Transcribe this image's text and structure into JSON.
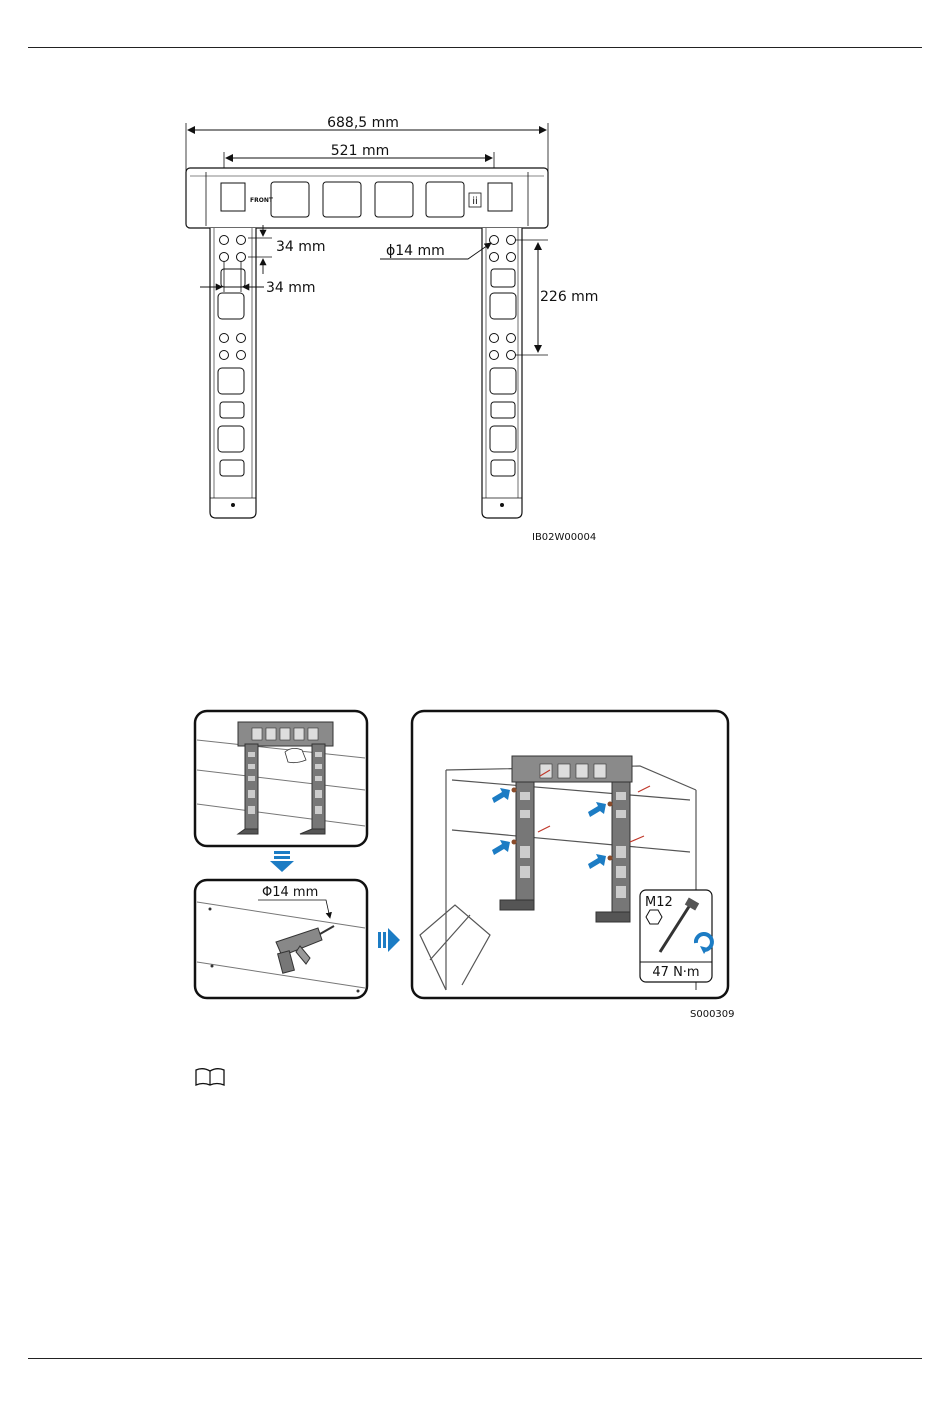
{
  "figure1": {
    "overall_width": "688,5 mm",
    "hole_spacing": "521 mm",
    "hole_offset_v": "34 mm",
    "hole_offset_h": "34 mm",
    "hole_diameter": "ϕ14 mm",
    "vertical_spacing": "226 mm",
    "front_label": "FRONT",
    "figure_code": "IB02W00004"
  },
  "figure2": {
    "drill_diameter": "Φ14 mm",
    "bolt_size": "M12",
    "torque": "47 N·m",
    "figure_code": "S000309"
  },
  "colors": {
    "accent_blue": "#1c7cc4",
    "bracket_gray": "#555555",
    "screw_red": "#c0392b"
  },
  "note": {
    "icon": "book-icon"
  }
}
